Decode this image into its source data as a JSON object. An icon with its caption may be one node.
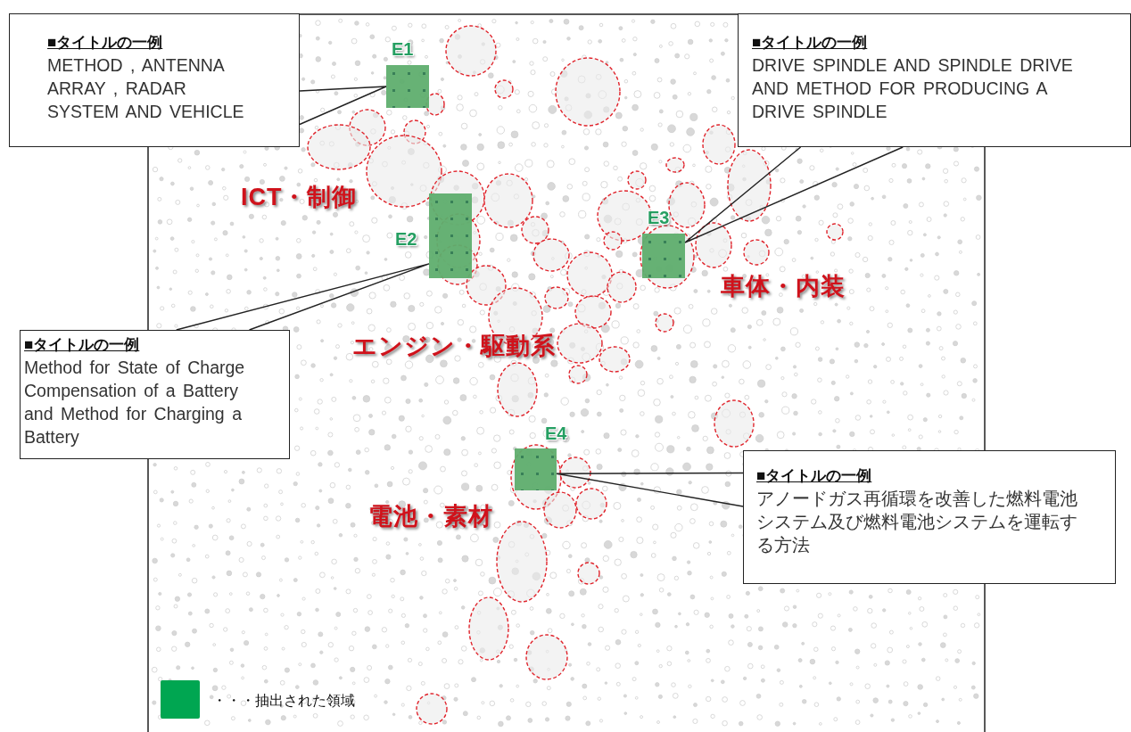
{
  "diagram": {
    "nodes": [
      {
        "text": [
          "■タイトルの一例",
          "METHOD , ANTENNA ARRAY , RADAR SYSTEM AND VEHICLE"
        ]
      },
      {
        "text": [
          "E1"
        ]
      },
      {
        "text": [
          "■タイトルの一例",
          "DRIVE SPINDLE AND SPINDLE DRIVE AND METHOD FOR PRODUCING A DRIVE SPINDLE"
        ]
      },
      {
        "text": [
          "E2"
        ]
      },
      {
        "text": [
          "E3"
        ]
      },
      {
        "text": [
          "■タイトルの一例",
          "Method for State of Charge Compensation of a Battery and Method for Charging a Battery"
        ]
      },
      {
        "text": [
          "E4"
        ]
      },
      {
        "text": [
          "■タイトルの一例",
          "アノードガス再循環を改善した燃料電池システム及び燃料電池システムを運転する方法"
        ]
      }
    ],
    "edges": [
      {
        "from": 0,
        "to": 1,
        "arrow": "none"
      },
      {
        "from": 2,
        "to": 4,
        "arrow": "none"
      },
      {
        "from": 5,
        "to": 3,
        "arrow": "none"
      },
      {
        "from": 7,
        "to": 6,
        "arrow": "none"
      }
    ],
    "labels": [
      "ICT・制御",
      "車体・内装",
      "エンジン・駆動系",
      "電池・素材"
    ],
    "legend": [
      {
        "text": "・・・抽出された領域",
        "color": "#00a651"
      }
    ]
  }
}
